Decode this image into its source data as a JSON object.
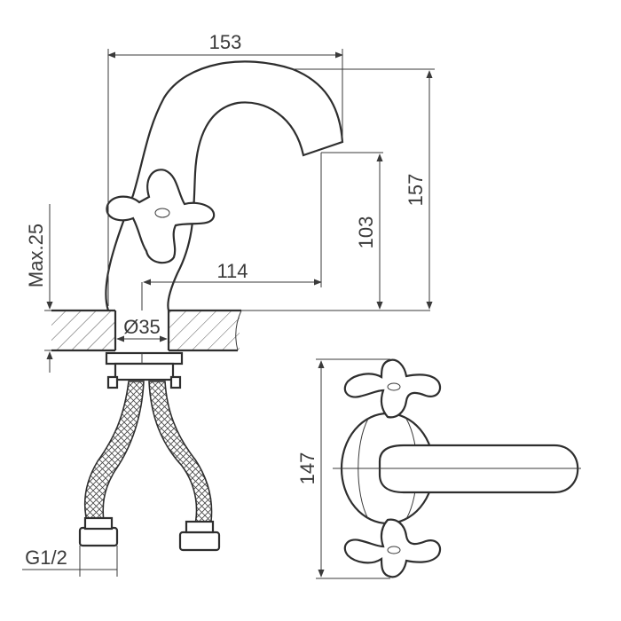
{
  "dimensions": {
    "overall_length": "153",
    "overall_height": "157",
    "spout_height": "103",
    "spout_reach": "114",
    "deck_thickness_max": "Max.25",
    "mounting_hole": "Ø35",
    "inlet_thread": "G1/2",
    "handle_span": "147"
  },
  "colors": {
    "line": "#2e2e2e",
    "background": "#ffffff"
  }
}
